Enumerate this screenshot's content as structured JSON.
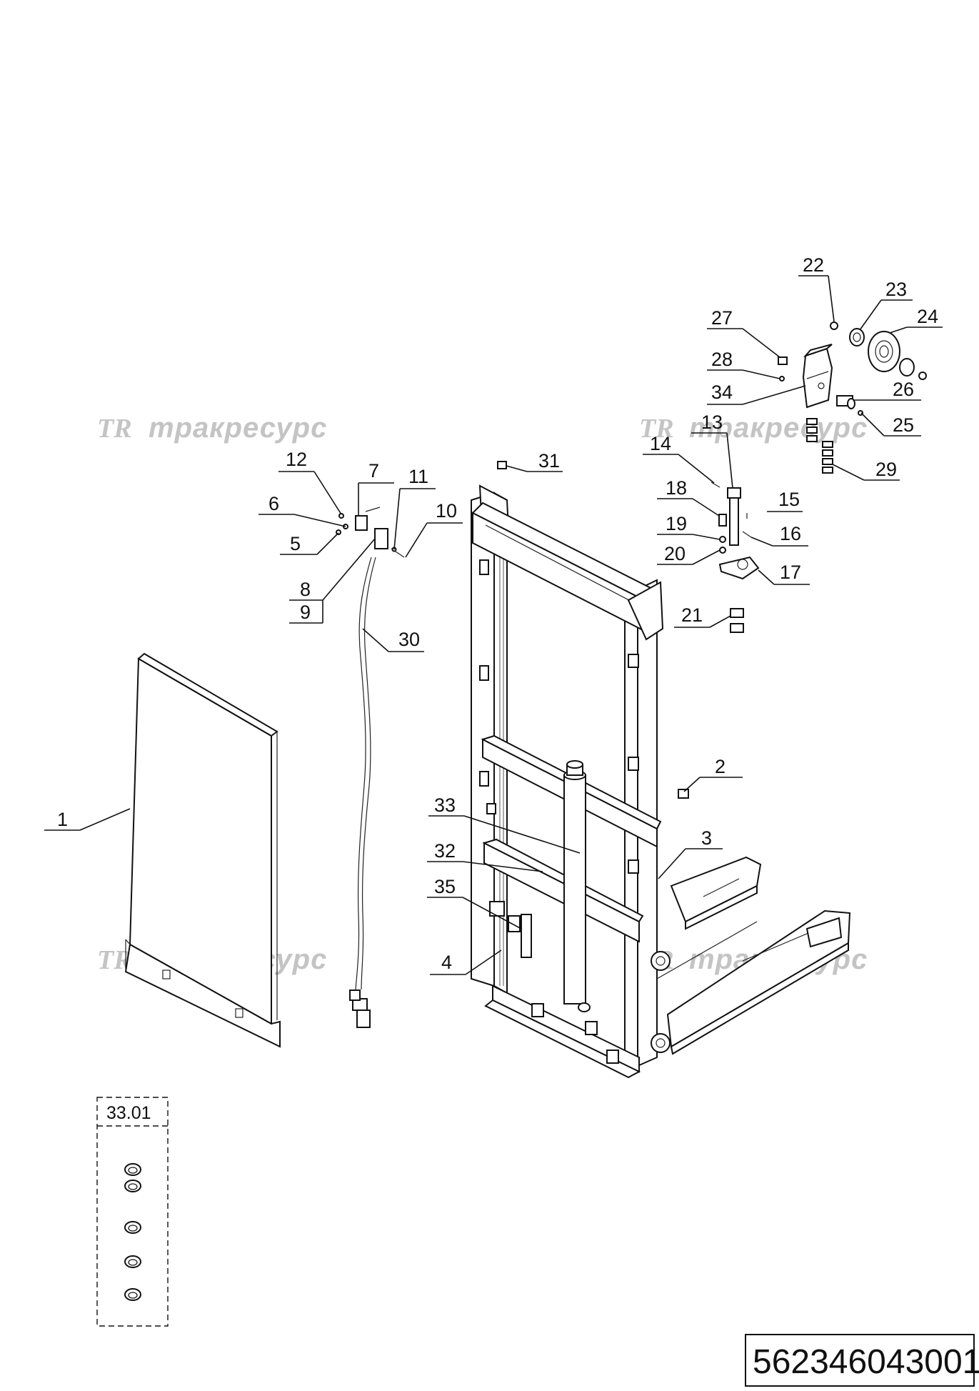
{
  "watermark": {
    "text": "тракресурс",
    "logo": "TR"
  },
  "document_number": "562346043001",
  "kit": {
    "title": "33.01",
    "ring_count": 5
  },
  "callouts": {
    "c1": "1",
    "c2": "2",
    "c3": "3",
    "c4": "4",
    "c5": "5",
    "c6": "6",
    "c7": "7",
    "c8": "8",
    "c9": "9",
    "c10": "10",
    "c11": "11",
    "c12": "12",
    "c13": "13",
    "c14": "14",
    "c15": "15",
    "c16": "16",
    "c17": "17",
    "c18": "18",
    "c19": "19",
    "c20": "20",
    "c21": "21",
    "c22": "22",
    "c23": "23",
    "c24": "24",
    "c25": "25",
    "c26": "26",
    "c27": "27",
    "c28": "28",
    "c29": "29",
    "c30": "30",
    "c31": "31",
    "c32": "32",
    "c33": "33",
    "c34": "34",
    "c35": "35"
  }
}
